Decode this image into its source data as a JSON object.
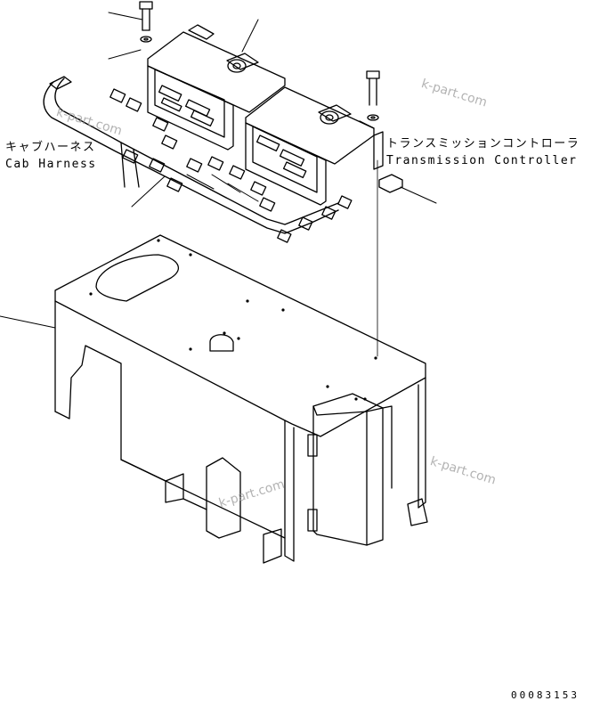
{
  "labels": {
    "cab_harness_jp": "キャブハーネス",
    "cab_harness_en": "Cab Harness",
    "transmission_controller_jp": "トランスミッションコントローラ",
    "transmission_controller_en": "Transmission Controller"
  },
  "watermark": "k-part.com",
  "document_number": "00083153"
}
